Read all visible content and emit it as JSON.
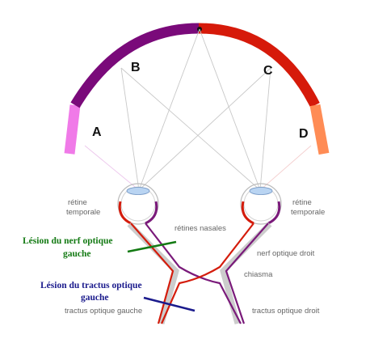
{
  "labels": {
    "A": "A",
    "B": "B",
    "C": "C",
    "D": "D",
    "retina_temporal_left_1": "rétine",
    "retina_temporal_left_2": "temporale",
    "retina_temporal_right_1": "rétine",
    "retina_temporal_right_2": "temporale",
    "retinas_nasal": "rétines nasales",
    "optic_nerve_right": "nerf optique droit",
    "chiasm": "chiasma",
    "optic_tract_left": "tractus optique gauche",
    "optic_tract_right": "tractus optique droit"
  },
  "lesions": {
    "optic_nerve_left_1": "Lésion du nerf optique",
    "optic_nerve_left_2": "gauche",
    "optic_tract_left_1": "Lésion du tractus optique",
    "optic_tract_left_2": "gauche"
  },
  "colors": {
    "A": "#f07ae8",
    "B": "#7a0a7a",
    "C": "#d61a0a",
    "D": "#ff8c55",
    "lesion_nerve": "#137a13",
    "lesion_tract": "#1a1a8c",
    "fiber_red": "#d41c0c",
    "fiber_purple": "#7a1a7a"
  }
}
